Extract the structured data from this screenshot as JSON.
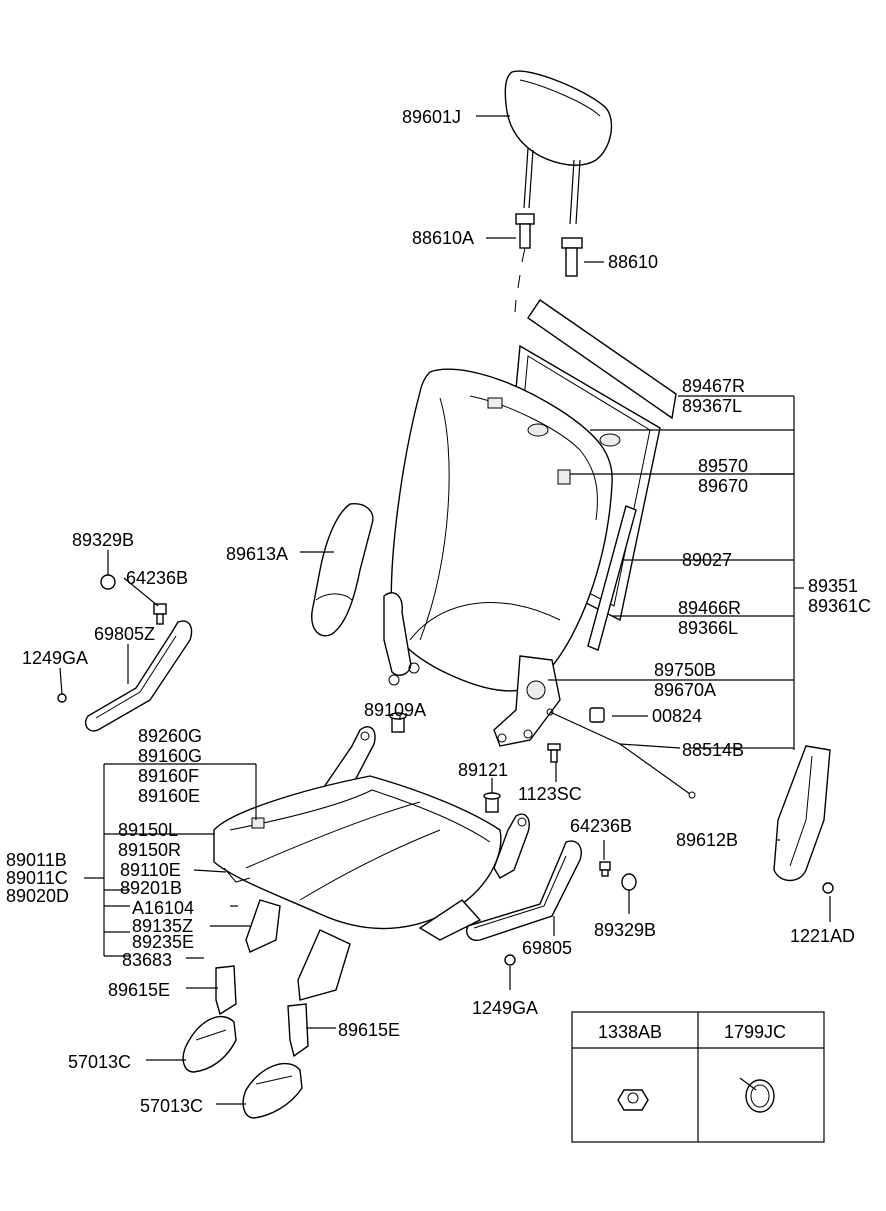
{
  "labels": {
    "headrest": "89601J",
    "guide_a": "88610A",
    "guide": "88610",
    "back_cover": [
      "89467R",
      "89367L"
    ],
    "back_frame_pad": [
      "89570",
      "89670"
    ],
    "back_hinge_cover_l": "89613A",
    "stay": "89027",
    "back_assy": [
      "89351",
      "89361C"
    ],
    "back_pad": [
      "89466R",
      "89366L"
    ],
    "recliner": [
      "89750B",
      "89670A"
    ],
    "pin": "00824",
    "cable": "88514B",
    "cap_l": "89329B",
    "bolt_l": "64236B",
    "track_cover_l": "69805Z",
    "screw_l": "1249GA",
    "bushing": "89109A",
    "cushion_group": [
      "89260G",
      "89160G",
      "89160F",
      "89160E"
    ],
    "collar": "89121",
    "bolt_1123": "1123SC",
    "cushion_cover": [
      "89150L",
      "89150R"
    ],
    "bolt_r": "64236B",
    "hinge_cover_r": "89612B",
    "seat_assy": [
      "89011B",
      "89011C",
      "89020D"
    ],
    "cushion_parts": [
      "89110E",
      "89201B",
      "A16104",
      "89135Z",
      "89235E",
      "83683"
    ],
    "cap_r": "89329B",
    "screw_1221": "1221AD",
    "track_cover_r": "69805",
    "leg_cover_1": "89615E",
    "screw_r": "1249GA",
    "leg_cover_2": "89615E",
    "foot_1": "57013C",
    "foot_2": "57013C"
  },
  "legend": {
    "col1": "1338AB",
    "col2": "1799JC"
  }
}
